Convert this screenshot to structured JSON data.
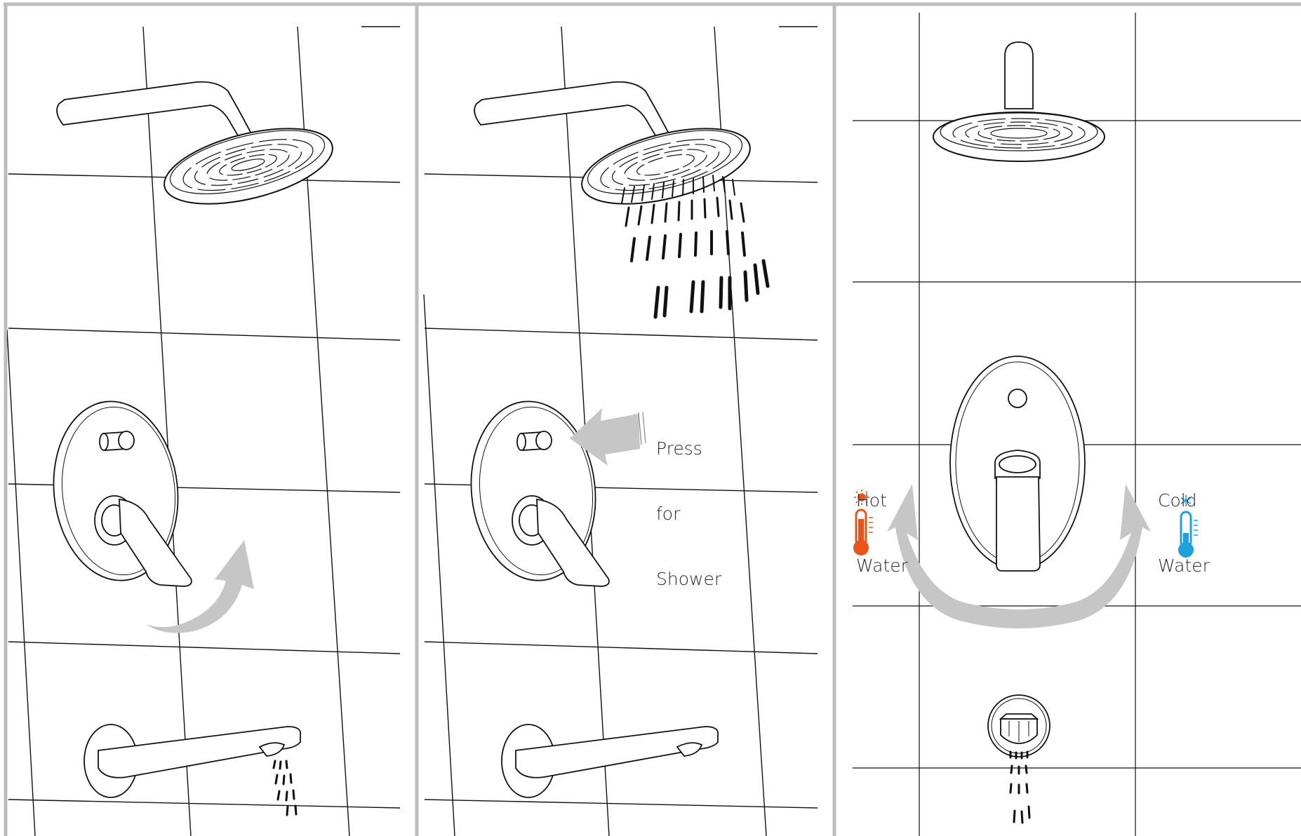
{
  "panels": [
    {
      "id": "panel-1"
    },
    {
      "id": "panel-2",
      "press_label": [
        "Press",
        "for",
        "Shower"
      ]
    },
    {
      "id": "panel-3",
      "hot_label": [
        "Hot",
        "Water"
      ],
      "cold_label": [
        "Cold",
        "Water"
      ]
    }
  ],
  "colors": {
    "border": "#bdbdbd",
    "ink": "#111111",
    "arrow": "#c6c6c6",
    "hot": "#e8541a",
    "cold": "#1fa0d8"
  },
  "icons": [
    "sun-icon",
    "thermometer-hot-icon",
    "snowflake-icon",
    "thermometer-cold-icon"
  ]
}
